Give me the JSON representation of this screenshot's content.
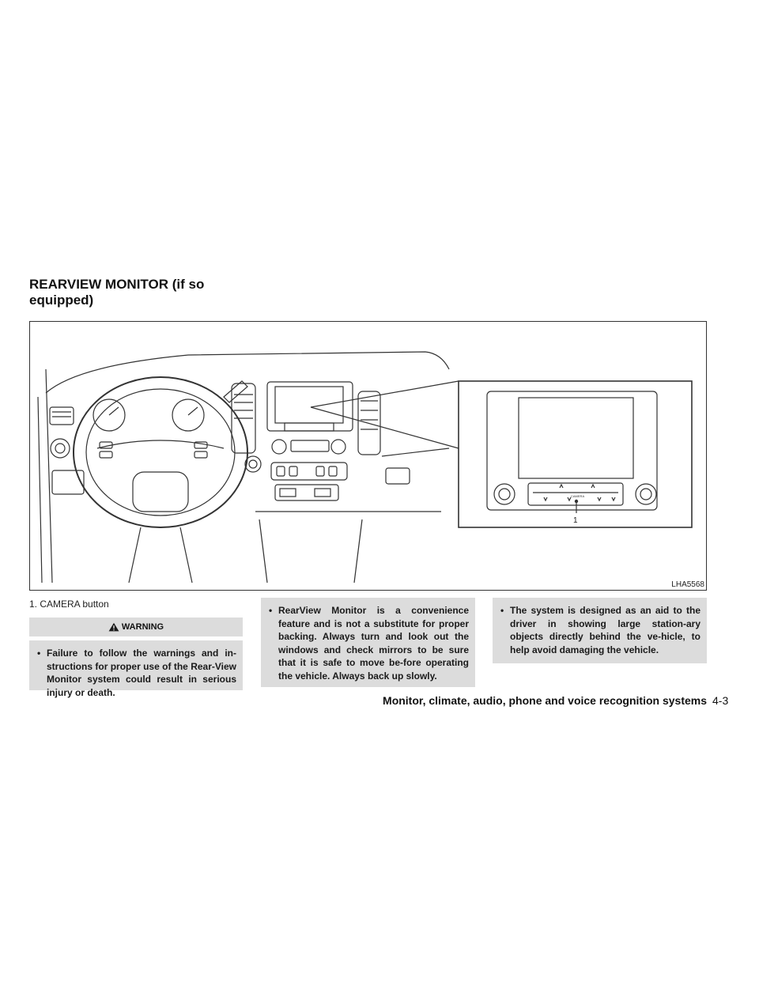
{
  "section": {
    "title": "REARVIEW MONITOR (if so equipped)"
  },
  "figure": {
    "code": "LHA5568",
    "callout": "1",
    "button_text": "CAMERA"
  },
  "caption": "1. CAMERA button",
  "warning": {
    "label": "WARNING",
    "bullets": [
      "Failure to follow the warnings and in-structions for proper use of the Rear-View Monitor system could result in serious injury or death.",
      "RearView Monitor is a convenience feature and is not a substitute for proper backing. Always turn and look out the windows and check mirrors to be sure that it is safe to move be-fore operating the vehicle. Always back up slowly.",
      "The system is designed as an aid to the driver in showing large station-ary objects directly behind the ve-hicle, to help avoid damaging the vehicle."
    ]
  },
  "footer": {
    "chapter": "Monitor, climate, audio, phone and voice recognition systems",
    "page": "4-3"
  },
  "colors": {
    "box_gray": "#dcdcdc",
    "line": "#333333"
  }
}
